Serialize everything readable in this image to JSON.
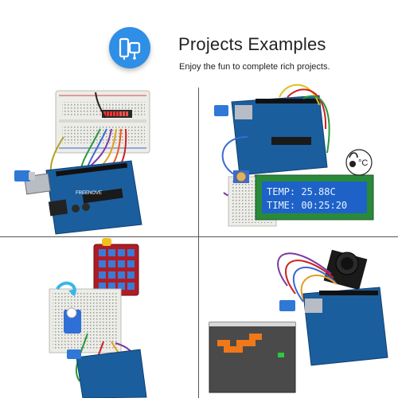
{
  "header": {
    "title": "Projects Examples",
    "subtitle": "Enjoy the fun to complete rich projects.",
    "badge_icon": "circuit-board-icon",
    "accent_color": "#2f8ee6"
  },
  "panels": {
    "top_right": {
      "lcd_line1": "TEMP: 25.88C",
      "lcd_line2": "TIME: 00:25:20",
      "temp_badge": "°C"
    },
    "top_left": {
      "board_brand": "FREENOVE"
    }
  },
  "colors": {
    "board": "#1b5e9e",
    "breadboard": "#ecece8",
    "lcd_bg": "#1e62c8",
    "keypad": "#c21f2a",
    "game_bg": "#4a4a4a",
    "snake": "#f07818",
    "food": "#2ec93e"
  }
}
